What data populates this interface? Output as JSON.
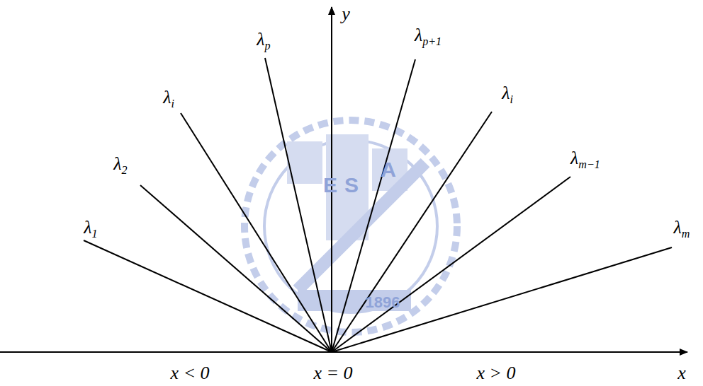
{
  "diagram": {
    "labels": [
      "λ1",
      "λ2",
      "λi",
      "λp",
      "λp+1",
      "λi",
      "λm−1",
      "λm",
      "y",
      "x",
      "x < 0",
      "x = 0",
      "x > 0",
      "E",
      "S",
      "A",
      "1896"
    ]
  }
}
